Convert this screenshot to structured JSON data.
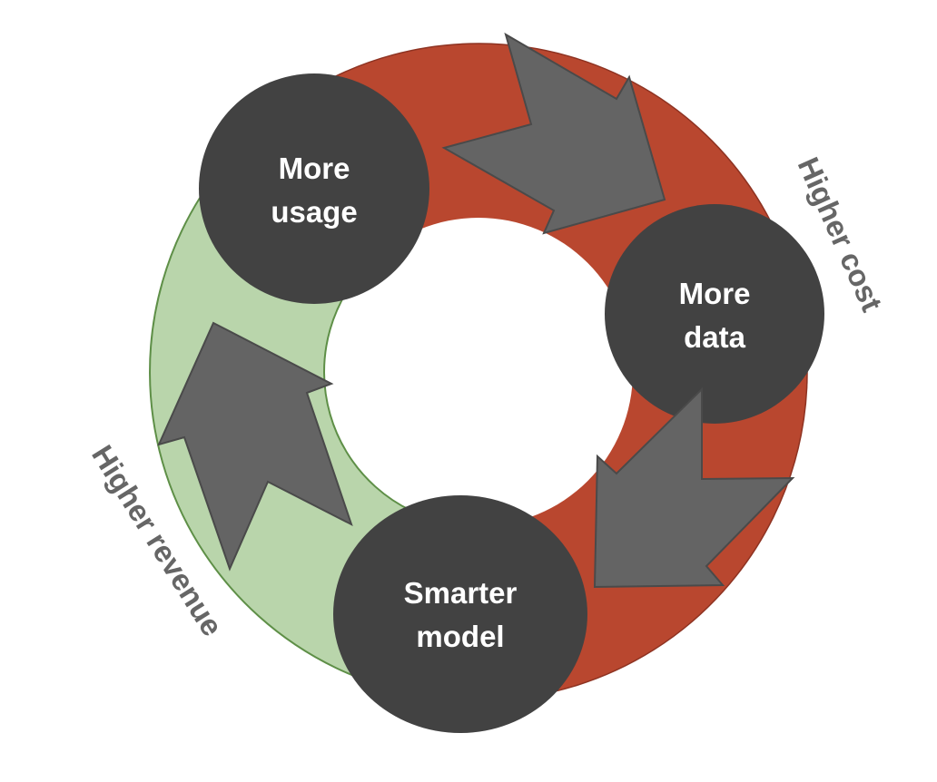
{
  "diagram": {
    "type": "cycle",
    "nodes": [
      {
        "id": "more-usage",
        "line1": "More",
        "line2": "usage"
      },
      {
        "id": "more-data",
        "line1": "More",
        "line2": "data"
      },
      {
        "id": "smarter-model",
        "line1": "Smarter",
        "line2": "model"
      }
    ],
    "segments": [
      {
        "label": "Higher cost",
        "from": "more-usage",
        "to": "smarter-model",
        "color": "#B9472F"
      },
      {
        "label": "Higher revenue",
        "from": "smarter-model",
        "to": "more-usage",
        "color": "#B9D5AB"
      }
    ],
    "edges": [
      {
        "from": "More usage",
        "to": "More data"
      },
      {
        "from": "More data",
        "to": "Smarter model"
      },
      {
        "from": "Smarter model",
        "to": "More usage"
      }
    ],
    "colors": {
      "cost_ring": "#B9472F",
      "revenue_ring": "#B9D5AB",
      "revenue_ring_stroke": "#5E8F47",
      "node_fill": "#424242",
      "arrow_fill": "#646464",
      "arrow_stroke": "#4A4A4A",
      "side_label": "#666666"
    }
  }
}
